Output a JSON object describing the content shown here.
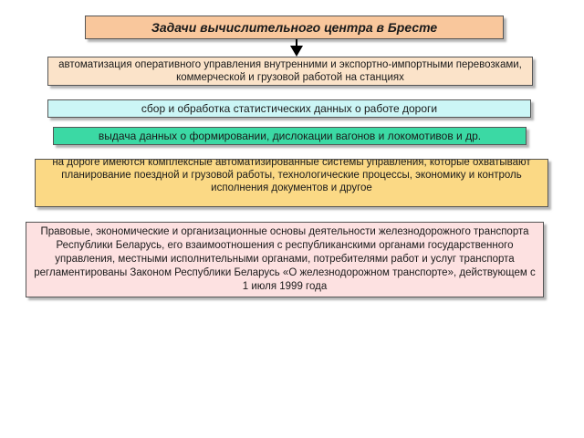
{
  "title": "Задачи вычислительного центра в Бресте",
  "boxes": {
    "automation": "автоматизация оперативного управления внутренними и экспортно-импортными перевозками, коммерческой и грузовой работой на станциях",
    "statistics": "сбор и обработка статистических данных о работе дороги",
    "output": "выдача данных о формировании, дислокации вагонов и локомотивов и др.",
    "systems": "на дороге имеются комплексные автоматизированные системы управления, которые охватывают планирование поездной и грузовой работы, технологические процессы, экономику и контроль исполнения документов и другое",
    "legal": "Правовые, экономические и организационные основы деятельности железнодорожного транспорта Республики Беларусь, его взаимоотношения с республиканскими органами государственного управления, местными исполнительными органами, потребителями работ и услуг транспорта регламентированы Законом Республики Беларусь «О железнодорожном транспорте», действующем с 1 июля 1999 года"
  },
  "colors": {
    "title_bg": "#f9c79c",
    "automation_bg": "#fbe3c9",
    "statistics_bg": "#ccf6f6",
    "output_bg": "#3bd9a4",
    "systems_bg": "#fbd985",
    "legal_bg": "#fde1e1"
  }
}
